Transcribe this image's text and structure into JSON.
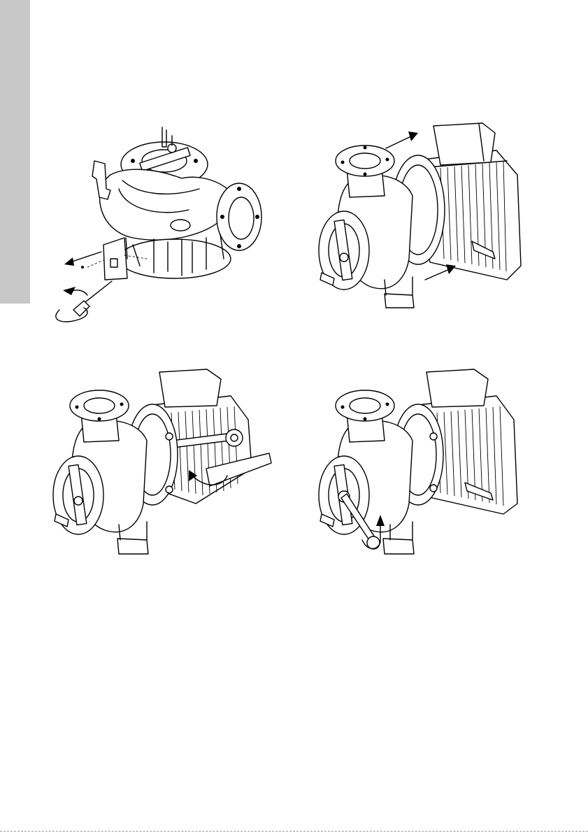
{
  "page": {
    "side_tab_color": "#c8c8c8",
    "background_color": "#ffffff"
  },
  "figures": [
    {
      "id": "fig-1",
      "icon": "pump-removing-cover-plate-icon"
    },
    {
      "id": "fig-2",
      "icon": "pump-motor-arrows-icon"
    },
    {
      "id": "fig-3",
      "icon": "pump-wrench-at-motor-icon"
    },
    {
      "id": "fig-4",
      "icon": "pump-wrench-at-shaft-icon"
    }
  ]
}
